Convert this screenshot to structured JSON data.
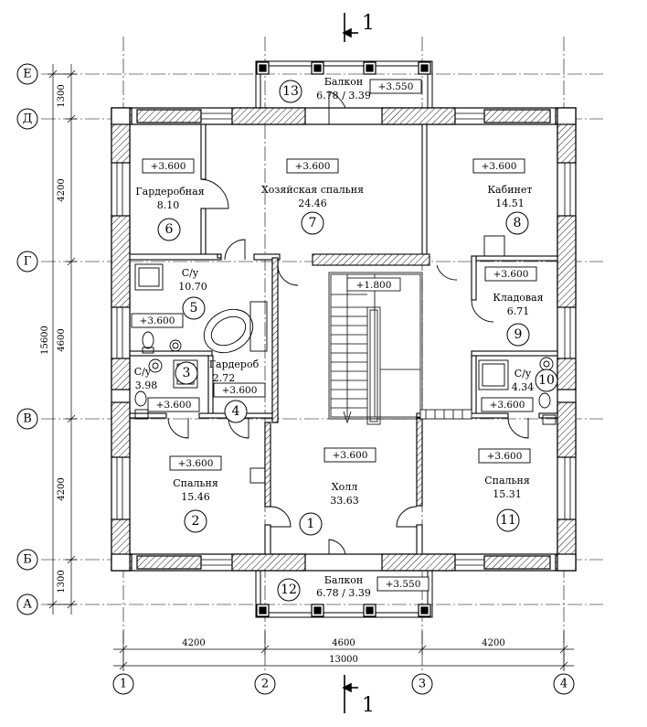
{
  "section_label": "1",
  "axes": {
    "rows": [
      "Е",
      "Д",
      "Г",
      "В",
      "Б",
      "А"
    ],
    "cols": [
      "1",
      "2",
      "3",
      "4"
    ]
  },
  "dimensions": {
    "left": [
      "1300",
      "4200",
      "4600",
      "4200",
      "1300"
    ],
    "left_total": "15600",
    "bottom": [
      "4200",
      "4600",
      "4200"
    ],
    "bottom_total": "13000"
  },
  "rooms": [
    {
      "num": "1",
      "name": "Холл",
      "area": "33.63",
      "level": "+3.600"
    },
    {
      "num": "2",
      "name": "Спальня",
      "area": "15.46",
      "level": "+3.600"
    },
    {
      "num": "3",
      "name": "С/у",
      "area": "3.98",
      "level": "+3.600"
    },
    {
      "num": "4",
      "name": "Гардероб",
      "area": "2.72",
      "level": "+3.600"
    },
    {
      "num": "5",
      "name": "С/у",
      "area": "10.70",
      "level": "+3.600"
    },
    {
      "num": "6",
      "name": "Гардеробная",
      "area": "8.10",
      "level": "+3.600"
    },
    {
      "num": "7",
      "name": "Хозяйская спальня",
      "area": "24.46",
      "level": "+3.600"
    },
    {
      "num": "8",
      "name": "Кабинет",
      "area": "14.51",
      "level": "+3.600"
    },
    {
      "num": "9",
      "name": "Кладовая",
      "area": "6.71",
      "level": "+3.600"
    },
    {
      "num": "10",
      "name": "С/у",
      "area": "4.34",
      "level": "+3.600"
    },
    {
      "num": "11",
      "name": "Спальня",
      "area": "15.31",
      "level": "+3.600"
    },
    {
      "num": "12",
      "name": "Балкон",
      "area": "6.78  /  3.39",
      "level": "+3.550"
    },
    {
      "num": "13",
      "name": "Балкон",
      "area": "6.78  /  3.39",
      "level": "+3.550"
    }
  ],
  "stair_level": "+1.800"
}
